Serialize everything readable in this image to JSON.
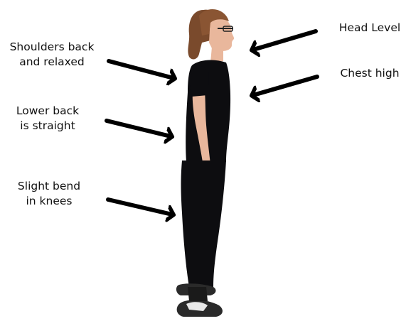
{
  "labels": {
    "shoulders": {
      "line1": "Shoulders back",
      "line2": "and relaxed"
    },
    "lower_back": {
      "line1": "Lower back",
      "line2": "is straight"
    },
    "knees": {
      "line1": "Slight bend",
      "line2": "in knees"
    },
    "head": {
      "line1": "Head Level"
    },
    "chest": {
      "line1": "Chest high"
    }
  },
  "colors": {
    "arrow": "#000000",
    "clothing": "#0d0d10",
    "skin": "#e9b79c",
    "hair": "#7a4a2c",
    "shoe": "#2a2a2a",
    "shoe_accent": "#e8e8e8",
    "background": "#ffffff"
  }
}
